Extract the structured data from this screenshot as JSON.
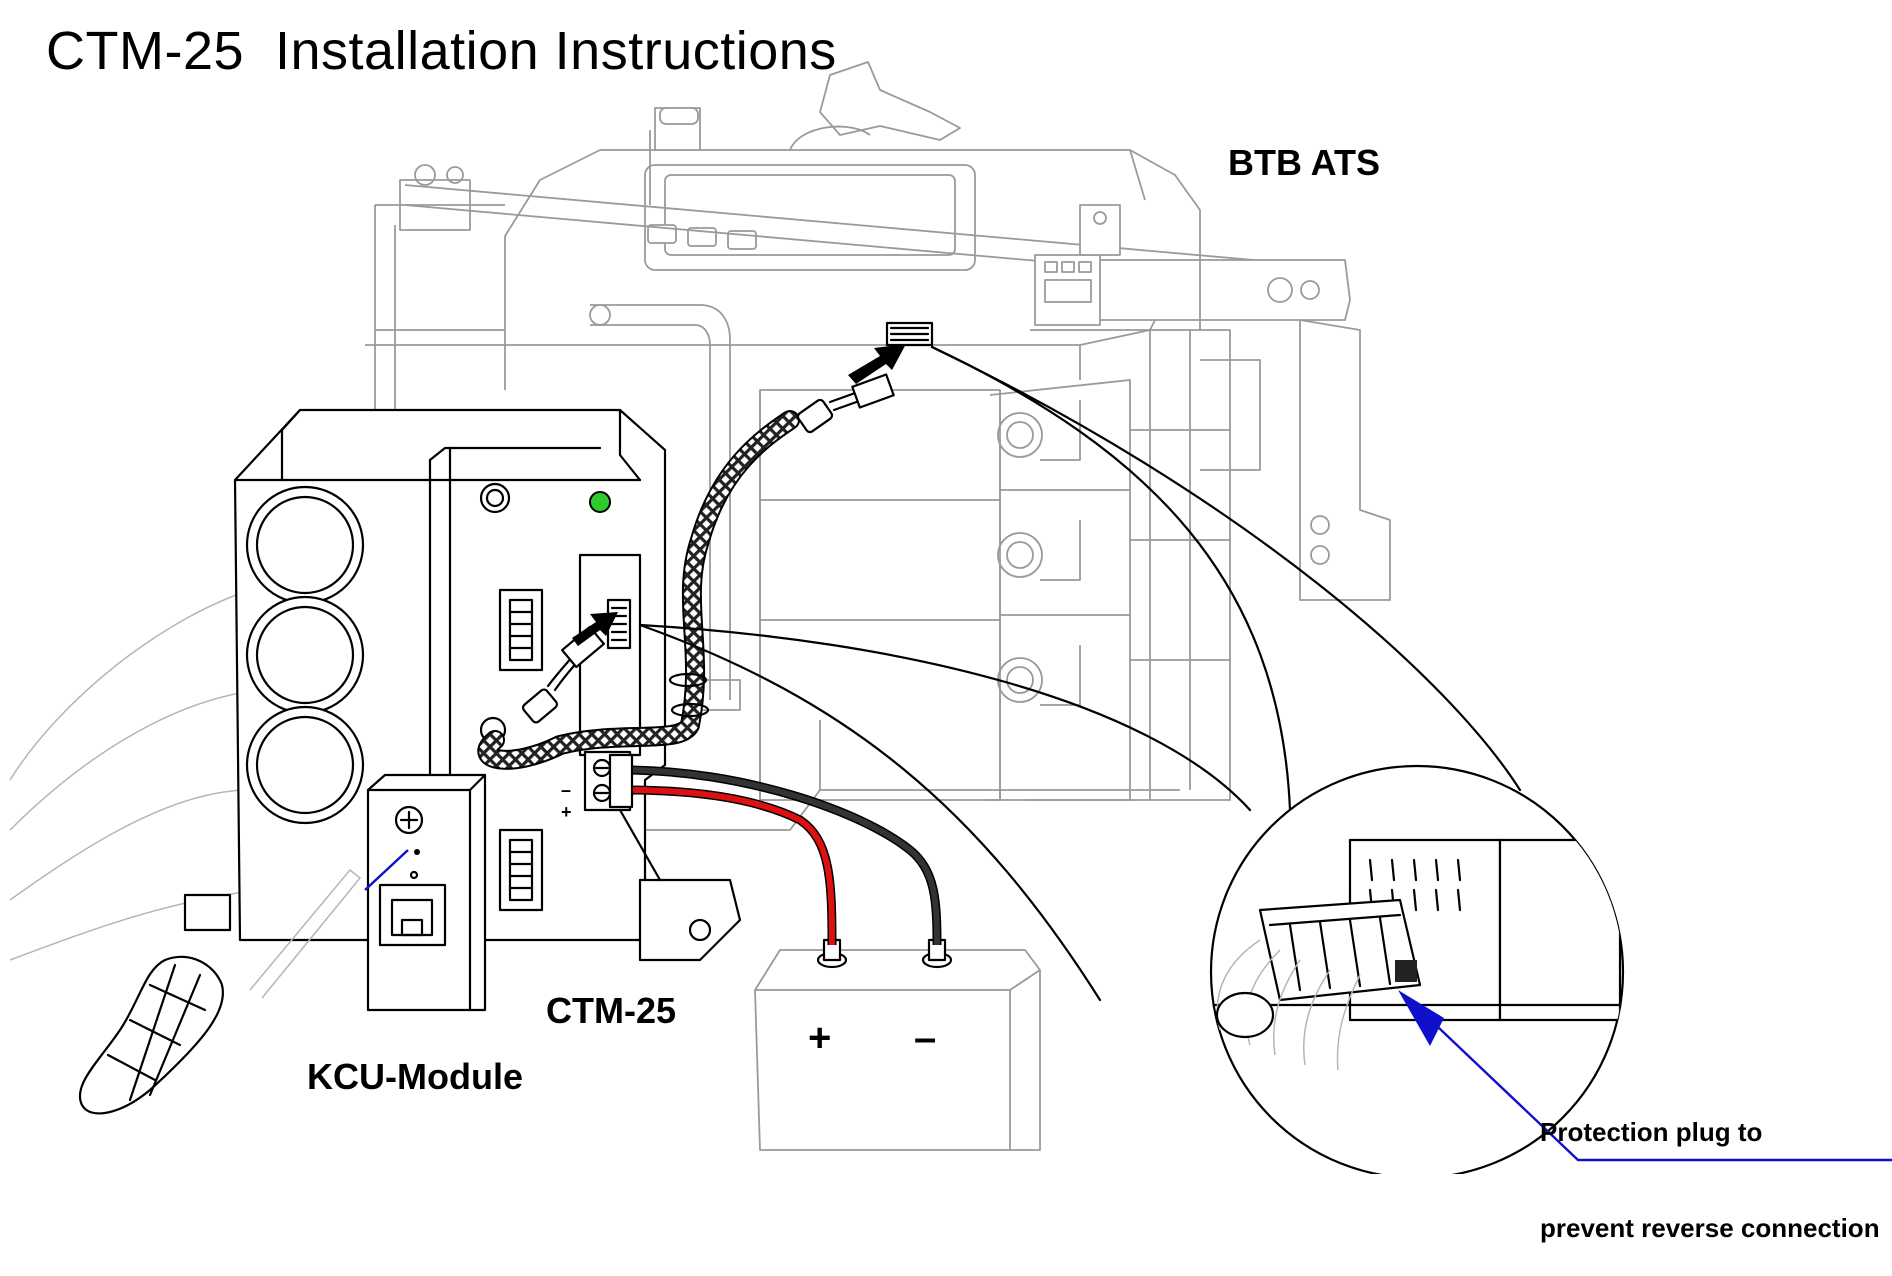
{
  "title": "CTM-25  Installation Instructions",
  "labels": {
    "btb_ats": "BTB ATS",
    "ctm25": "CTM-25",
    "kcu_module": "KCU-Module",
    "protection_line1": "Protection plug to",
    "protection_line2": "prevent reverse connection",
    "battery_plus": "+",
    "battery_minus": "–",
    "terminal_minus": "–",
    "terminal_plus": "+"
  },
  "colors": {
    "callout_line": "#1010cc",
    "led": "#2fcc2f",
    "positive_wire": "#dd1111",
    "negative_wire": "#222222",
    "ats_outline": "#9a9a9a"
  },
  "icons": [
    "screwdriver-icon",
    "led-indicator-icon",
    "rj45-port-icon",
    "battery-icon"
  ]
}
